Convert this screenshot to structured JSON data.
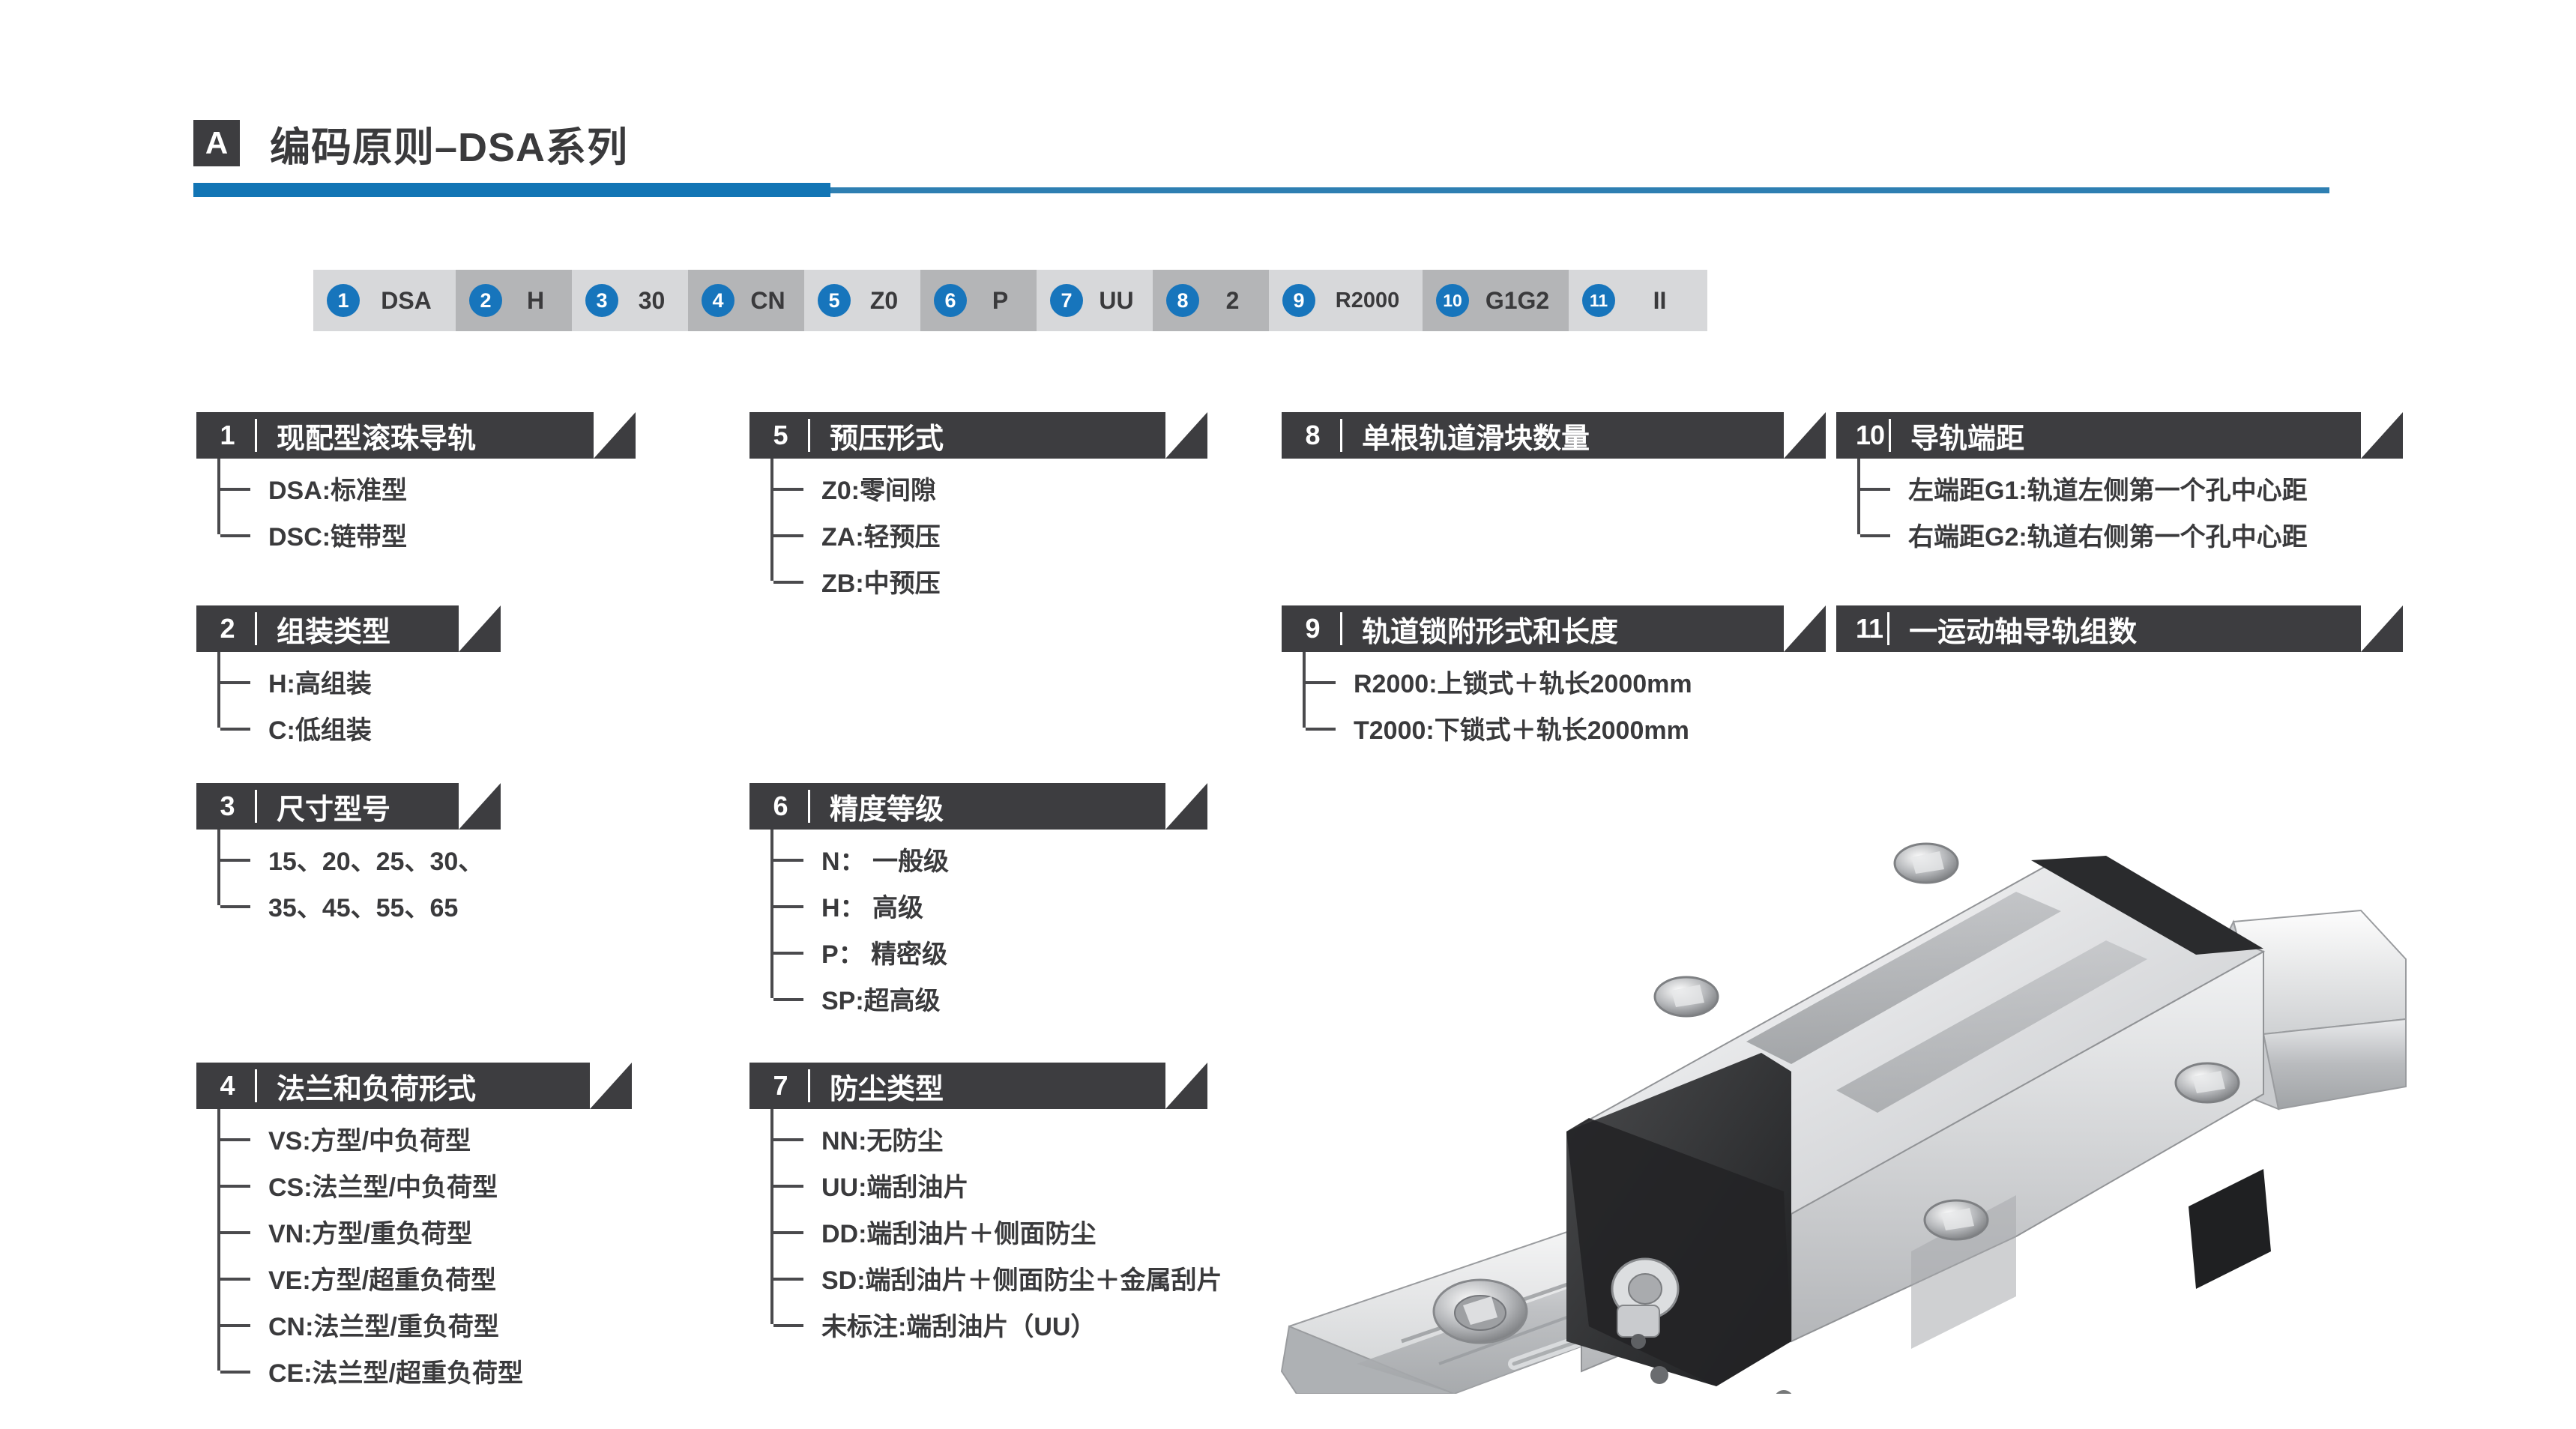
{
  "header": {
    "badge_letter": "A",
    "title": "编码原则–DSA系列",
    "accent_color": "#1275b5"
  },
  "code_strip": {
    "cells": [
      {
        "num": "1",
        "value": "DSA"
      },
      {
        "num": "2",
        "value": "H"
      },
      {
        "num": "3",
        "value": "30"
      },
      {
        "num": "4",
        "value": "CN"
      },
      {
        "num": "5",
        "value": "Z0"
      },
      {
        "num": "6",
        "value": "P"
      },
      {
        "num": "7",
        "value": "UU"
      },
      {
        "num": "8",
        "value": "2"
      },
      {
        "num": "9",
        "value": "R2000"
      },
      {
        "num": "10",
        "value": "G1G2"
      },
      {
        "num": "11",
        "value": "II"
      }
    ]
  },
  "sections": [
    {
      "num": "1",
      "title": "现配型滚珠导轨",
      "items": [
        "DSA:标准型",
        "DSC:链带型"
      ]
    },
    {
      "num": "2",
      "title": "组装类型",
      "items": [
        "H:高组装",
        "C:低组装"
      ]
    },
    {
      "num": "3",
      "title": "尺寸型号",
      "items": [
        "15、20、25、30、",
        "35、45、55、65"
      ]
    },
    {
      "num": "4",
      "title": "法兰和负荷形式",
      "items": [
        "VS:方型/中负荷型",
        "CS:法兰型/中负荷型",
        "VN:方型/重负荷型",
        "VE:方型/超重负荷型",
        "CN:法兰型/重负荷型",
        "CE:法兰型/超重负荷型"
      ]
    },
    {
      "num": "5",
      "title": "预压形式",
      "items": [
        "Z0:零间隙",
        "ZA:轻预压",
        "ZB:中预压"
      ]
    },
    {
      "num": "6",
      "title": "精度等级",
      "items": [
        "N： 一般级",
        "H： 高级",
        "P： 精密级",
        "SP:超高级"
      ]
    },
    {
      "num": "7",
      "title": "防尘类型",
      "items": [
        "NN:无防尘",
        "UU:端刮油片",
        "DD:端刮油片＋侧面防尘",
        "SD:端刮油片＋侧面防尘＋金属刮片",
        "未标注:端刮油片（UU）"
      ]
    },
    {
      "num": "8",
      "title": "单根轨道滑块数量",
      "items": []
    },
    {
      "num": "9",
      "title": "轨道锁附形式和长度",
      "items": [
        "R2000:上锁式＋轨长2000mm",
        "T2000:下锁式＋轨长2000mm"
      ]
    },
    {
      "num": "10",
      "title": "导轨端距",
      "items": [
        "左端距G1:轨道左侧第一个孔中心距",
        "右端距G2:轨道右侧第一个孔中心距"
      ]
    },
    {
      "num": "11",
      "title": "一运动轴导轨组数",
      "items": []
    }
  ],
  "product_image": {
    "name": "linear-guide-rail-product-photo"
  }
}
